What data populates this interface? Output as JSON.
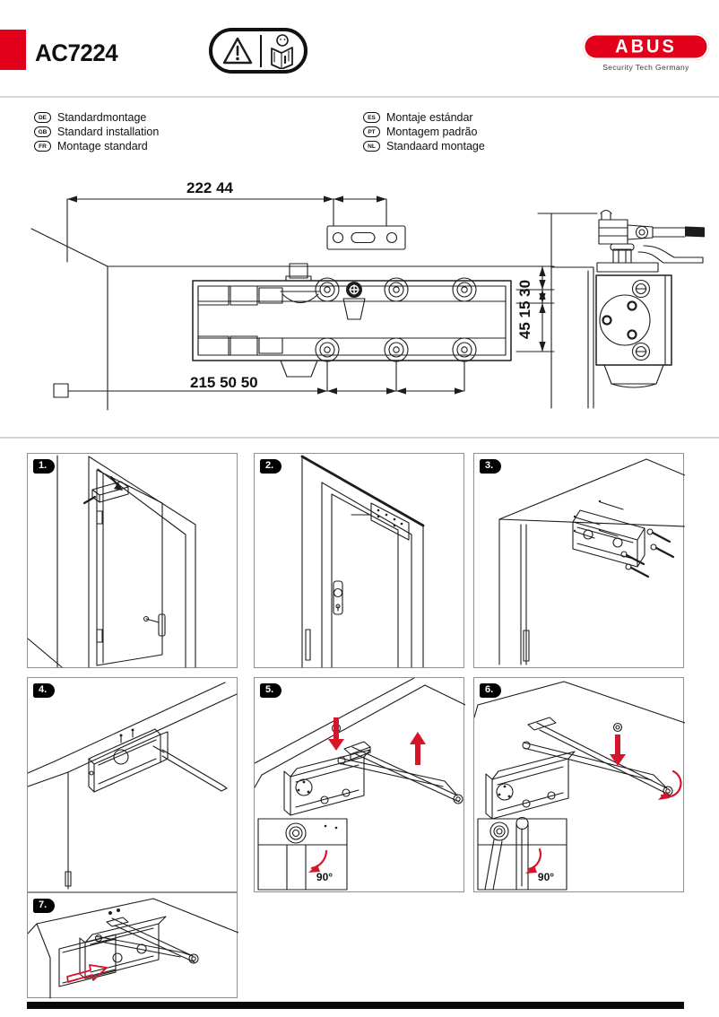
{
  "header": {
    "product_code": "AC7224",
    "brand": "ABUS",
    "brand_tagline": "Security Tech Germany",
    "cert_icons": [
      "warning-triangle-icon",
      "read-manual-icon"
    ]
  },
  "languages": [
    {
      "code": "DE",
      "label": "Standardmontage"
    },
    {
      "code": "GB",
      "label": "Standard installation"
    },
    {
      "code": "FR",
      "label": "Montage standard"
    },
    {
      "code": "ES",
      "label": "Montaje estándar"
    },
    {
      "code": "PT",
      "label": "Montagem padrão"
    },
    {
      "code": "NL",
      "label": "Standaard montage"
    }
  ],
  "diagram": {
    "dim_top": "222 44",
    "dim_right": "45 15 30",
    "dim_bottom": "215 50 50"
  },
  "steps": [
    {
      "number": "1."
    },
    {
      "number": "2."
    },
    {
      "number": "3."
    },
    {
      "number": "4."
    },
    {
      "number": "5.",
      "angle": "90°"
    },
    {
      "number": "6.",
      "angle": "90°"
    },
    {
      "number": "7."
    }
  ],
  "colors": {
    "abus_red": "#e2001a",
    "arrow_red": "#d6152b",
    "line_ink": "#1d1d1b"
  }
}
